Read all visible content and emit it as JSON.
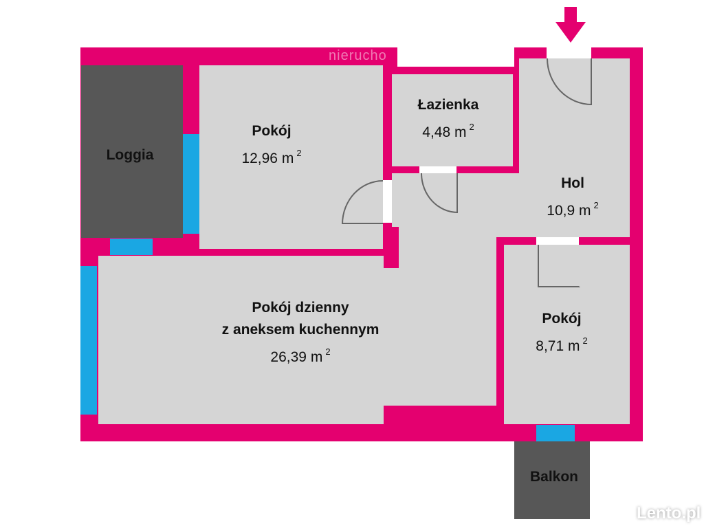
{
  "watermark": "nierucho",
  "logo": "Lento.pl",
  "rooms": [
    {
      "name": "Loggia"
    },
    {
      "name": "Pokój",
      "area": "12,96 m",
      "unit_exp": "2"
    },
    {
      "name": "Łazienka",
      "area": "4,48 m",
      "unit_exp": "2"
    },
    {
      "name": "Hol",
      "area": "10,9 m",
      "unit_exp": "2"
    },
    {
      "name": "Pokój dzienny",
      "name2": "z aneksem kuchennym",
      "area": "26,39 m",
      "unit_exp": "2"
    },
    {
      "name": "Pokój",
      "area": "8,71 m",
      "unit_exp": "2"
    },
    {
      "name": "Balkon"
    }
  ],
  "colors": {
    "wall": "#e4006f",
    "floor": "#d5d5d5",
    "outdoor": "#575757",
    "window": "#1aa7e3"
  }
}
